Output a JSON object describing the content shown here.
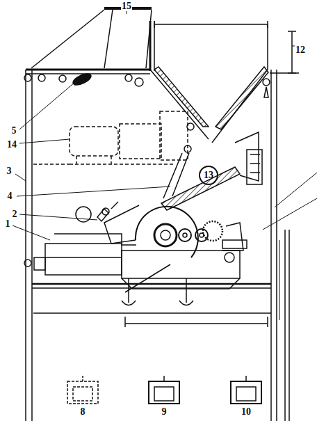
{
  "diagram": {
    "labels": [
      "15",
      "12",
      "5",
      "14",
      "3",
      "4",
      "13",
      "2",
      "1",
      "8",
      "9",
      "10"
    ]
  }
}
